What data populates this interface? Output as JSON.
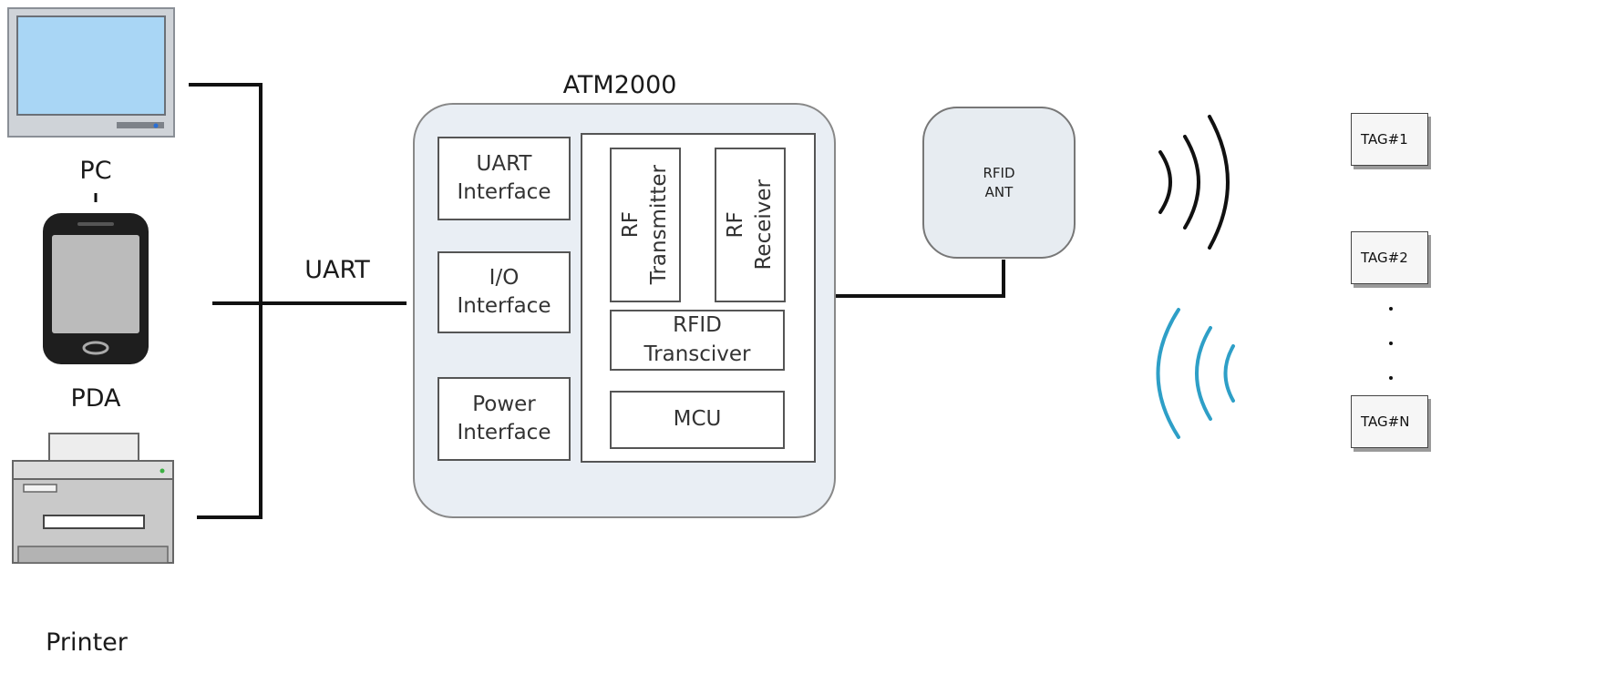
{
  "devices": {
    "pc_label": "PC",
    "pda_label": "PDA",
    "printer_label": "Printer"
  },
  "bus": {
    "label": "UART"
  },
  "module": {
    "title": "ATM2000",
    "uart_interface": "UART\nInterface",
    "io_interface": "I/O\nInterface",
    "power_interface": "Power\nInterface",
    "rf_transmitter": "RF\nTransmitter",
    "rf_receiver": "RF\nReceiver",
    "rfid_transceiver": "RFID\nTransciver",
    "mcu": "MCU"
  },
  "antenna": {
    "label": "RFID\nANT"
  },
  "tags": [
    "TAG#1",
    "TAG#2",
    "TAG#N"
  ],
  "colors": {
    "transmit_wave": "#111111",
    "receive_wave": "#2e9fc7",
    "module_bg": "#e9eef4",
    "screen_blue": "#a9d6f5"
  },
  "icons": [
    "monitor-icon",
    "pda-icon",
    "printer-icon"
  ]
}
